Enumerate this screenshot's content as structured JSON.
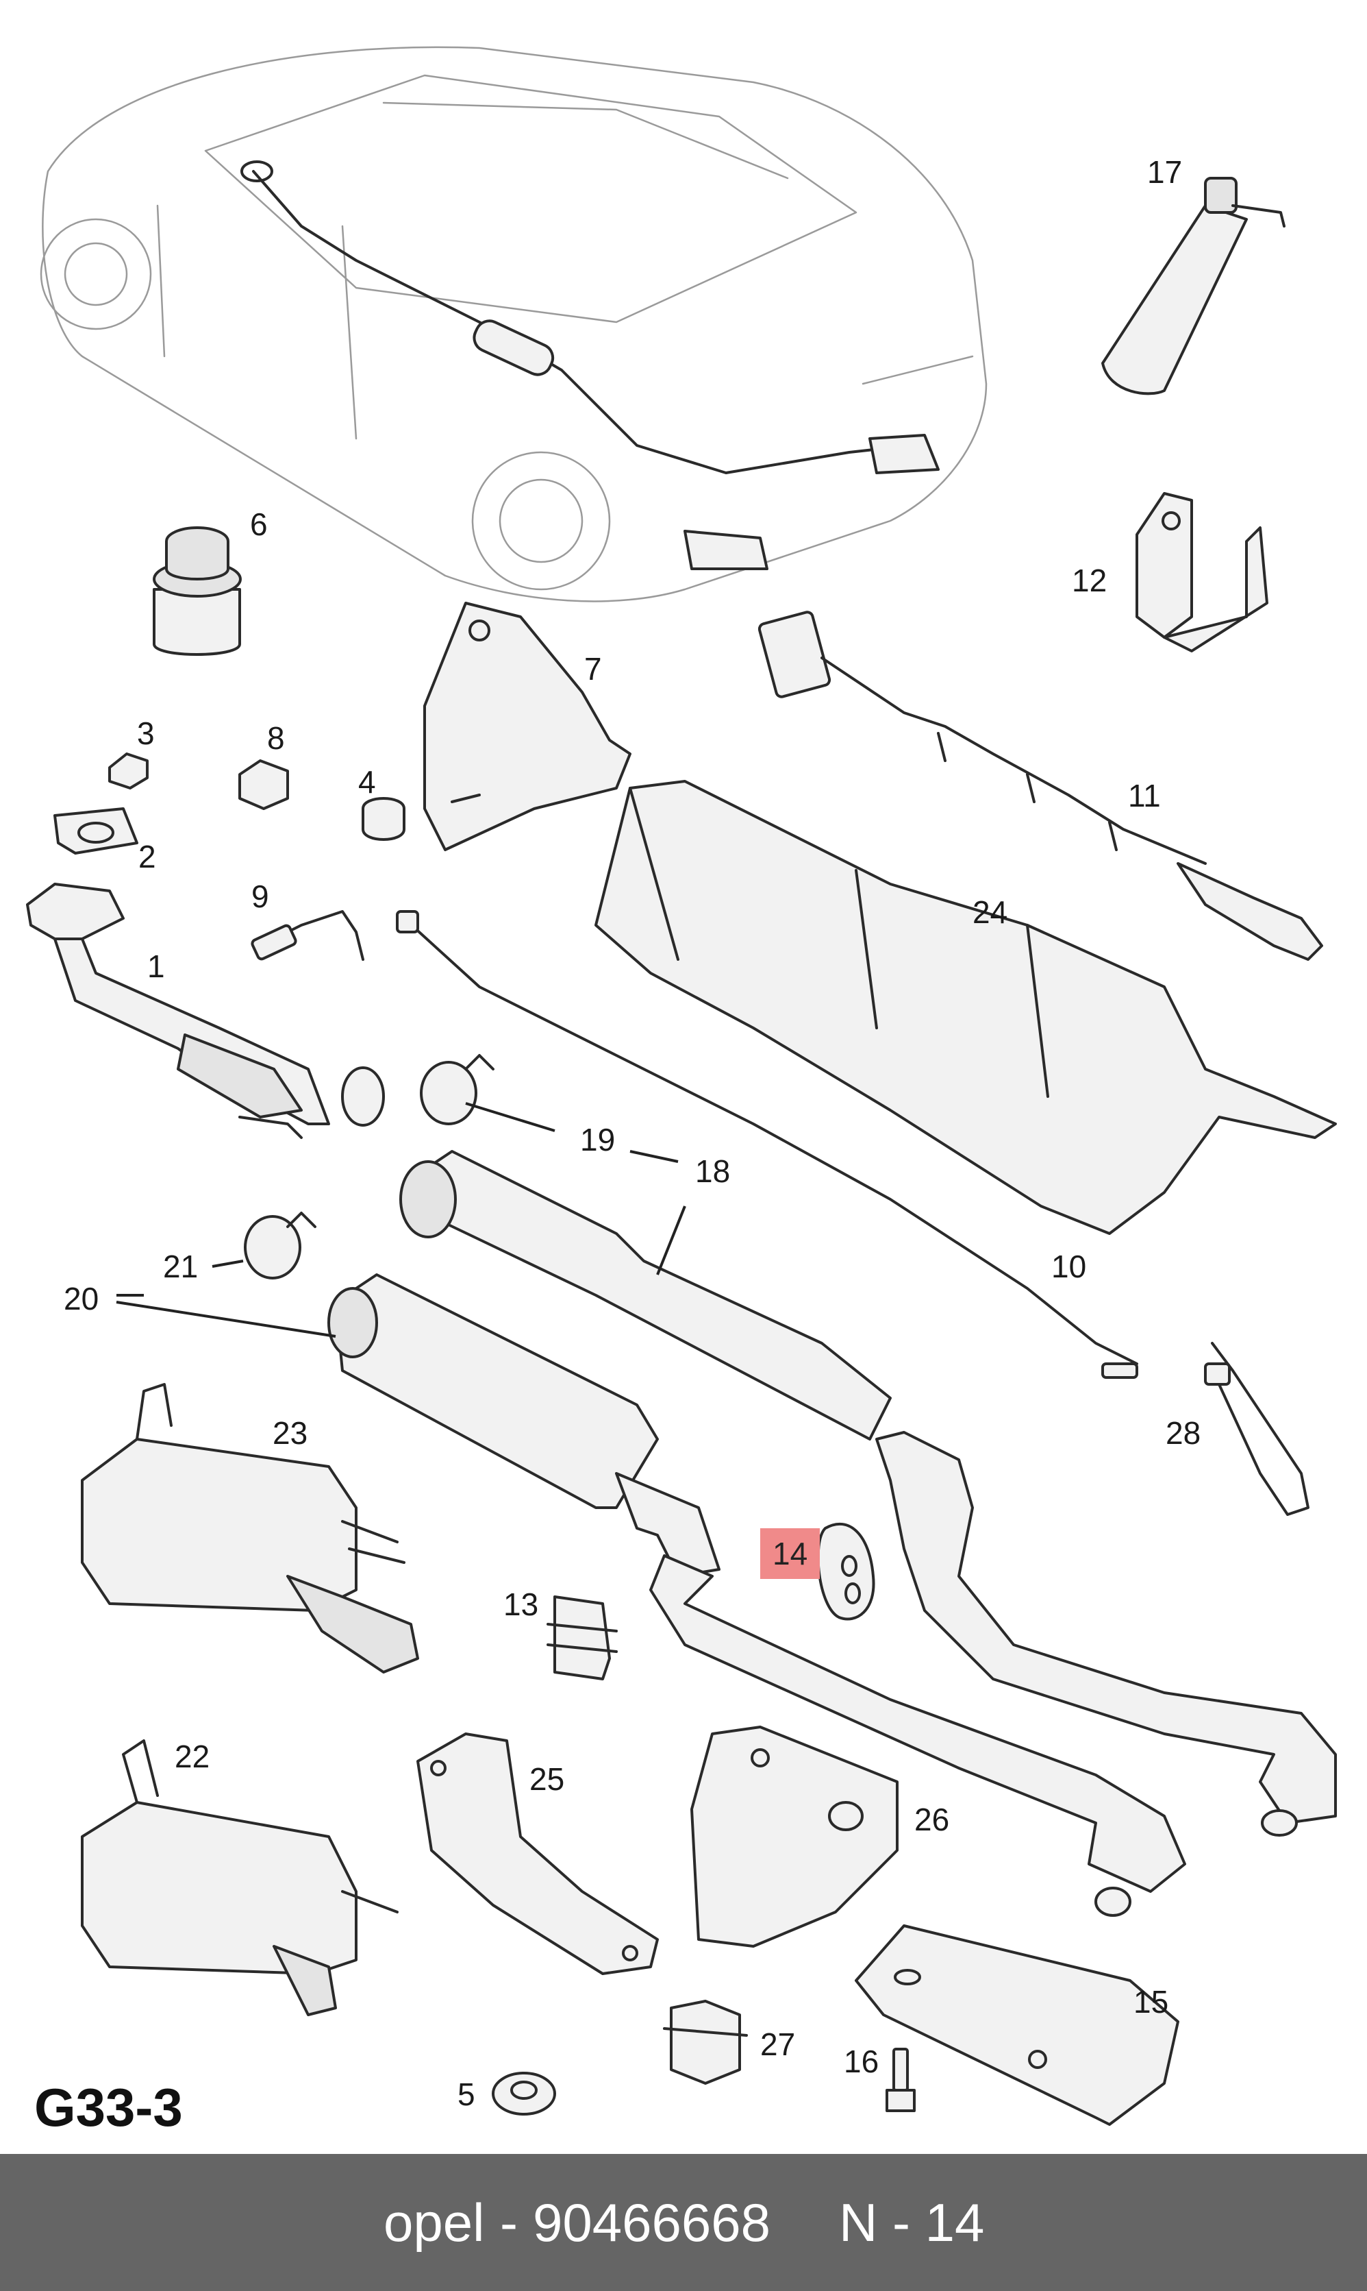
{
  "diagram_code": "G33-3",
  "callouts": {
    "c1": "1",
    "c2": "2",
    "c3": "3",
    "c4": "4",
    "c5": "5",
    "c6": "6",
    "c7": "7",
    "c8": "8",
    "c9": "9",
    "c10": "10",
    "c11": "11",
    "c12": "12",
    "c13": "13",
    "c14": "14",
    "c15": "15",
    "c16": "16",
    "c17": "17",
    "c18": "18",
    "c19": "19",
    "c20": "20",
    "c21": "21",
    "c22": "22",
    "c23": "23",
    "c24": "24",
    "c25": "25",
    "c26": "26",
    "c27": "27",
    "c28": "28"
  },
  "highlight": {
    "callout": "14",
    "color": "#f08a8a"
  },
  "footer": {
    "brand": "opel",
    "separator": "-",
    "part_number": "90466668",
    "position": "N - 14",
    "background": "#656565"
  }
}
